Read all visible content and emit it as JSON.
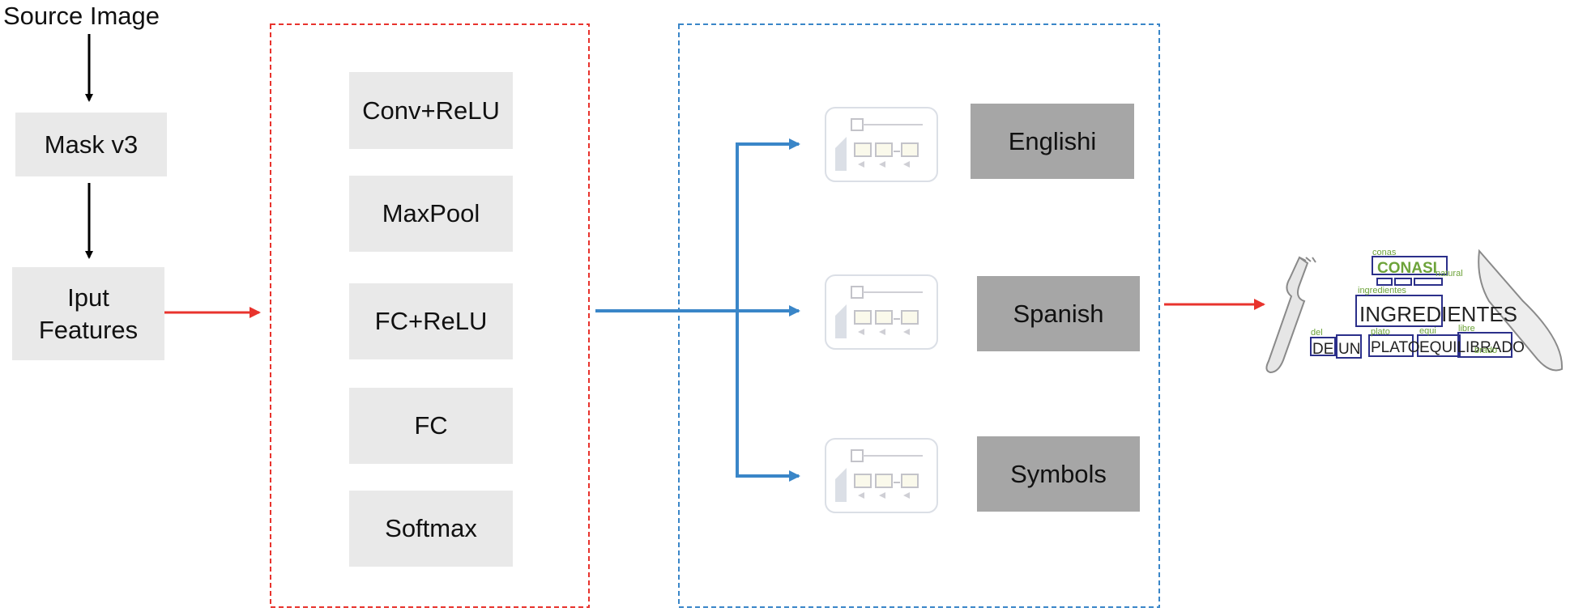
{
  "source_label": "Source Image",
  "mask_label": "Mask v3",
  "input_label": "Iput\nFeatures",
  "cnn_layers": [
    "Conv+ReLU",
    "MaxPool",
    "FC+ReLU",
    "FC",
    "Softmax"
  ],
  "languages": [
    "Englishi",
    "Spanish",
    "Symbols"
  ],
  "colors": {
    "red_accent": "#e8332d",
    "blue_accent": "#3a86c8",
    "light_box": "#e9e9e9",
    "dark_box": "#a6a6a6"
  },
  "output_image": {
    "icons": [
      "fork-icon",
      "knife-icon"
    ],
    "words": [
      "CONASI",
      "INGREDIENTES",
      "DE",
      "UN",
      "PLATO",
      "EQUILIBRADO"
    ],
    "small_words": [
      "conas",
      "ingredientes",
      "natural",
      "del",
      "plato",
      "equi",
      "libre",
      "brado"
    ]
  }
}
